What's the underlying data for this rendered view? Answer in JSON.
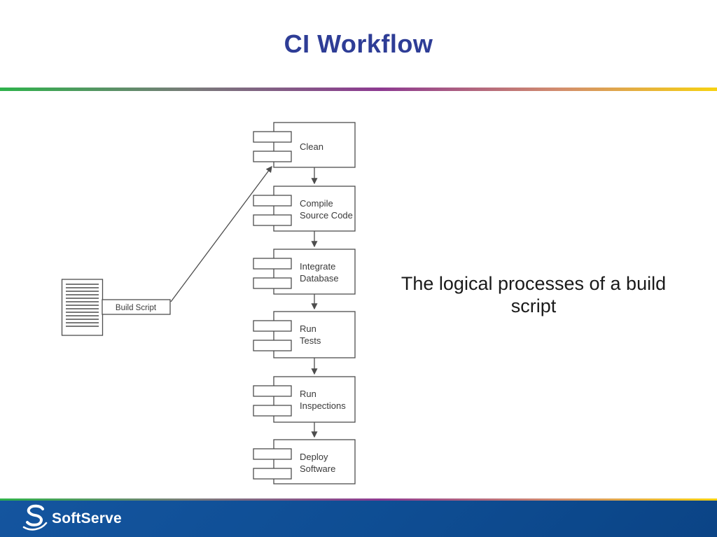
{
  "slide": {
    "title": "CI Workflow",
    "caption": "The logical processes of a build script"
  },
  "diagram": {
    "source_label": "Build Script",
    "steps": [
      {
        "line1": "Clean",
        "line2": ""
      },
      {
        "line1": "Compile",
        "line2": "Source Code"
      },
      {
        "line1": "Integrate",
        "line2": "Database"
      },
      {
        "line1": "Run",
        "line2": "Tests"
      },
      {
        "line1": "Run",
        "line2": "Inspections"
      },
      {
        "line1": "Deploy",
        "line2": "Software"
      }
    ]
  },
  "footer": {
    "brand": "SoftServe"
  },
  "colors": {
    "title-blue": "#2e3d96",
    "footer-blue": "#0e4d93",
    "grad-green": "#2eb24b",
    "grad-gray": "#7a7a7a",
    "grad-purple": "#8d3a91",
    "grad-salmon": "#d28d6e",
    "grad-yellow": "#f7d211",
    "diagram-ink": "#4d4d4d",
    "text-black": "#1a1a1a"
  }
}
